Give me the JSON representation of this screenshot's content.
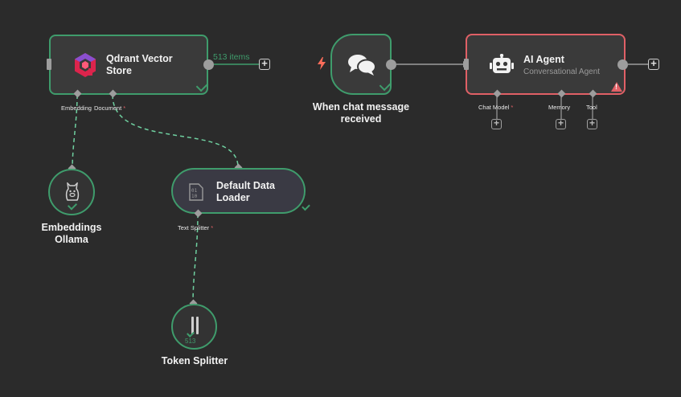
{
  "nodes": {
    "qdrant": {
      "title": "Qdrant Vector Store",
      "output_count": "513 items",
      "ports": {
        "embedding": "Embedding",
        "document": "Document"
      },
      "required_mark": "*"
    },
    "chat_trigger": {
      "title": "When chat message received"
    },
    "ai_agent": {
      "title": "AI Agent",
      "subtitle": "Conversational Agent",
      "ports": {
        "chat_model": "Chat Model",
        "memory": "Memory",
        "tool": "Tool"
      },
      "required_mark": "*"
    },
    "embeddings_ollama": {
      "title": "Embeddings Ollama"
    },
    "data_loader": {
      "title": "Default Data Loader",
      "ports": {
        "text_splitter": "Text Splitter"
      },
      "required_mark": "*"
    },
    "token_splitter": {
      "title": "Token Splitter",
      "count": "513"
    }
  },
  "colors": {
    "background": "#2b2b2b",
    "node_fill": "#3a3a3a",
    "success": "#3f9c6c",
    "error": "#e06066",
    "trigger": "#ff6d5a",
    "port": "#9d9d9d"
  },
  "icons": {
    "qdrant": "qdrant-logo-icon",
    "chat": "chat-bubbles-icon",
    "agent": "robot-icon",
    "ollama": "llama-icon",
    "loader": "binary-file-icon",
    "splitter": "split-bars-icon"
  }
}
